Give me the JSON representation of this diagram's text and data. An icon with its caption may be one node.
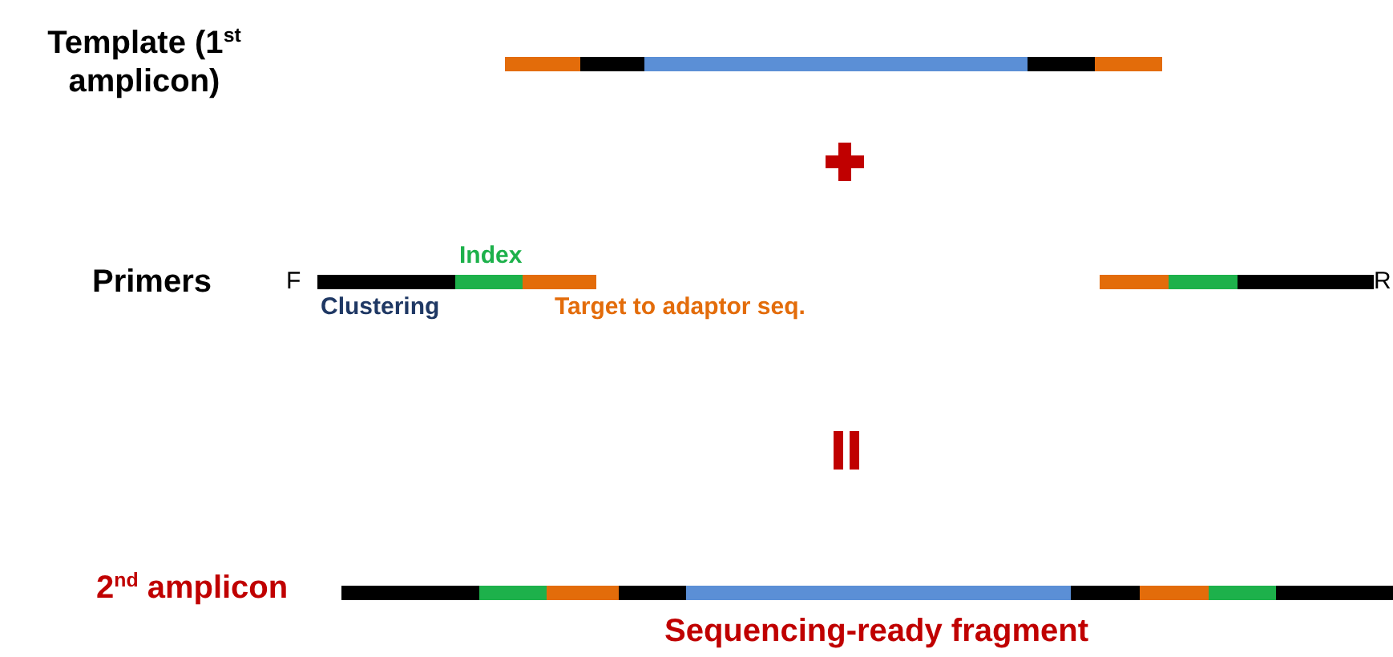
{
  "diagram": {
    "labels": [
      "Template (1$^{st}$ amplicon)",
      "Primers",
      "F",
      "Index",
      "Clustering",
      "Target to adaptor seq.",
      "R",
      "2$^{nd}$ amplicon",
      "Sequencing-ready fragment"
    ]
  }
}
